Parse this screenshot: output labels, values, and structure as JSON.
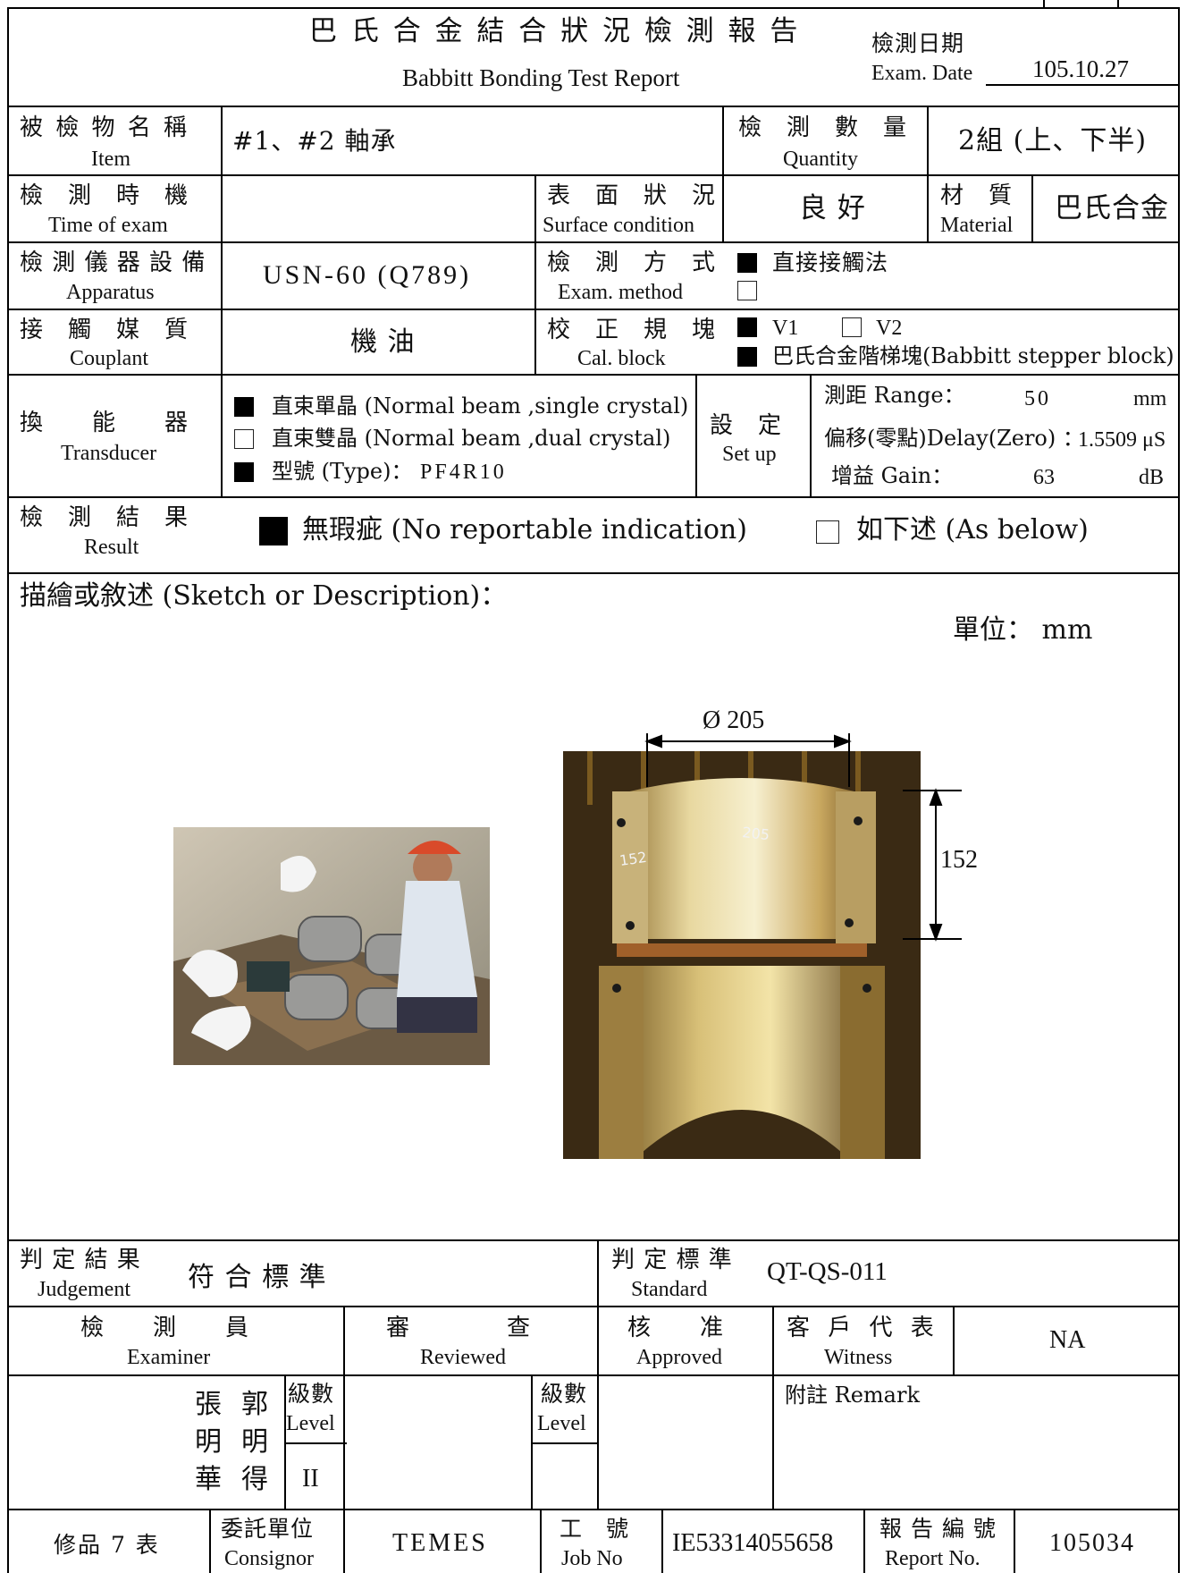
{
  "header": {
    "title_zh": "巴 氏 合 金 結 合 狀 況 檢 測 報 告",
    "title_en": "Babbitt Bonding Test Report",
    "date_label_zh": "檢測日期",
    "date_label_en": "Exam. Date",
    "date_value": "105.10.27"
  },
  "row_item": {
    "label_zh": "被 檢 物 名 稱",
    "label_en": "Item",
    "value": "#1、#2 軸承",
    "qty_label_zh": "檢　測　數　量",
    "qty_label_en": "Quantity",
    "qty_value": "2組 (上、下半)"
  },
  "row_time": {
    "label_zh": "檢　測　時　機",
    "label_en": "Time of exam",
    "value": "",
    "surface_label_zh": "表　面　狀　況",
    "surface_label_en": "Surface condition",
    "surface_value": "良 好",
    "material_label_zh": "材　質",
    "material_label_en": "Material",
    "material_value": "巴氏合金"
  },
  "row_apparatus": {
    "label_zh": "檢 測 儀 器 設 備",
    "label_en": "Apparatus",
    "value": "USN-60 (Q789)",
    "method_label_zh": "檢　測　方　式",
    "method_label_en": "Exam. method",
    "method_opt1": "直接接觸法",
    "method_opt1_checked": true,
    "method_opt2": "",
    "method_opt2_checked": false
  },
  "row_couplant": {
    "label_zh": "接　觸　媒　質",
    "label_en": "Couplant",
    "value": "機 油",
    "cal_label_zh": "校　正　規　塊",
    "cal_label_en": "Cal. block",
    "v1": "V1",
    "v1_checked": true,
    "v2": "V2",
    "v2_checked": false,
    "stepper": "巴氏合金階梯塊(Babbitt stepper block)",
    "stepper_checked": true
  },
  "row_transducer": {
    "label_zh": "換　　能　　器",
    "label_en": "Transducer",
    "opt1": "直束單晶 (Normal beam ,single crystal)",
    "opt1_checked": true,
    "opt2": "直束雙晶 (Normal beam ,dual crystal)",
    "opt2_checked": false,
    "type_label": "型號 (Type)：",
    "type_value": "PF4R10",
    "type_checked": true,
    "setup_label_zh": "設　定",
    "setup_label_en": "Set up",
    "range_label": "測距 Range：",
    "range_value": "50",
    "range_unit": "mm",
    "delay_label": "偏移(零點)Delay(Zero) ：",
    "delay_value": "1.5509",
    "delay_unit": "μS",
    "gain_label": "增益 Gain：",
    "gain_value": "63",
    "gain_unit": "dB"
  },
  "row_result": {
    "label_zh": "檢　測　結　果",
    "label_en": "Result",
    "opt1": "無瑕疵 (No reportable indication)",
    "opt1_checked": true,
    "opt2": "如下述 (As below)",
    "opt2_checked": false
  },
  "sketch": {
    "label": "描繪或敘述 (Sketch or Description)：",
    "unit": "單位： mm",
    "dim_diameter": "Ø 205",
    "dim_height": "152",
    "mark_left": "152",
    "mark_right": "205"
  },
  "judgement": {
    "label_zh": "判 定 結 果",
    "label_en": "Judgement",
    "value": "符 合 標 準",
    "std_label_zh": "判 定 標 準",
    "std_label_en": "Standard",
    "std_value": "QT-QS-011"
  },
  "signoff": {
    "examiner_zh": "檢　　測　　員",
    "examiner_en": "Examiner",
    "reviewed_zh": "審　　　　查",
    "reviewed_en": "Reviewed",
    "approved_zh": "核　　准",
    "approved_en": "Approved",
    "witness_zh": "客 戶 代 表",
    "witness_en": "Witness",
    "witness_value": "NA",
    "name1_col1": "張",
    "name1_col2": "郭",
    "name2_col1": "明",
    "name2_col2": "明",
    "name3_col1": "華",
    "name3_col2": "得",
    "level_zh": "級數",
    "level_en": "Level",
    "level_value": "II",
    "level2_zh": "級數",
    "level2_en": "Level",
    "remark": "附註 Remark"
  },
  "footer": {
    "form_no": "修品 7 表",
    "consignor_zh": "委託單位",
    "consignor_en": "Consignor",
    "consignor_value": "TEMES",
    "job_zh": "工　號",
    "job_en": "Job No",
    "job_value": "IE53314055658",
    "report_zh": "報 告 編 號",
    "report_en": "Report No.",
    "report_value": "105034"
  }
}
